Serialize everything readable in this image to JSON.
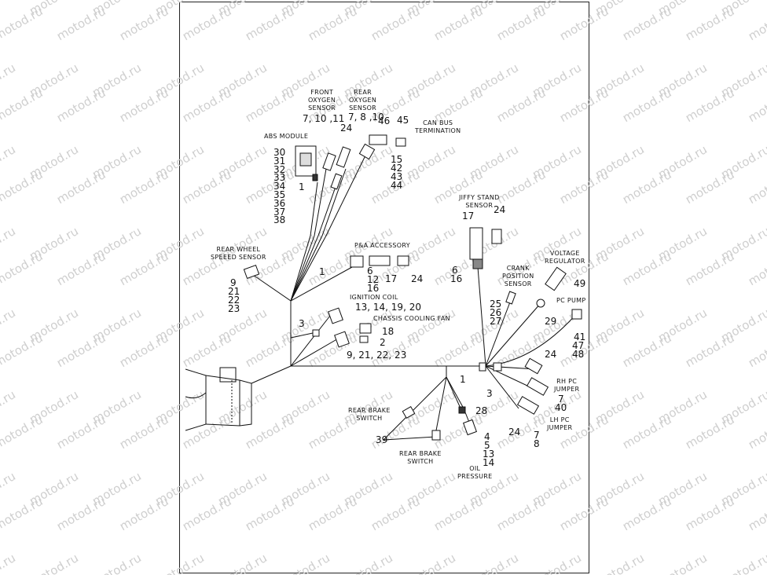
{
  "watermark": "motod.ru",
  "labels": {
    "abs_module": "ABS MODULE",
    "front_oxygen": [
      "FRONT",
      "OXYGEN",
      "SENSOR"
    ],
    "rear_oxygen": [
      "REAR",
      "OXYGEN",
      "SENSOR"
    ],
    "can_bus": [
      "CAN BUS",
      "TERMINATION"
    ],
    "jiffy_stand": [
      "JIFFY STAND",
      "SENSOR"
    ],
    "rear_wheel_speed": [
      "REAR WHEEL",
      "SPEEED SENSOR"
    ],
    "pa_accessory": "P&A ACCESSORY",
    "voltage_regulator": [
      "VOLTAGE",
      "REGULATOR"
    ],
    "crank_position": [
      "CRANK",
      "POSITION",
      "SENSOR"
    ],
    "ignition_coil": "IGNITION COIL",
    "pc_pump": "PC PUMP",
    "chassis_cooling_fan": "CHASSIS COOLING FAN",
    "rh_pc_jumper": [
      "RH PC",
      "JUMPER"
    ],
    "lh_pc_jumper": [
      "LH PC",
      "JUMPER"
    ],
    "rear_brake_switch_1": [
      "REAR BRAKE",
      "SWITCH"
    ],
    "rear_brake_switch_2": [
      "REAR BRAKE",
      "SWITCH"
    ],
    "oil_pressure": [
      "OIL",
      "PRESSURE"
    ]
  },
  "callouts": {
    "front_oxygen": "7, 10 ,11",
    "rear_oxygen": "7, 8 ,10",
    "abs_list": [
      "30",
      "31",
      "32",
      "33",
      "34",
      "35",
      "36",
      "37",
      "38"
    ],
    "abs_bracket": "1",
    "oxy_24": "24",
    "can_46": "46",
    "can_45": "45",
    "can_list": [
      "15",
      "42",
      "43",
      "44"
    ],
    "jiffy_17": "17",
    "jiffy_24": "24",
    "rear_wheel": [
      "9",
      "21",
      "22",
      "23"
    ],
    "harness_1_upper": "1",
    "pa_list": [
      "6",
      "12",
      "16"
    ],
    "pa_17": "17",
    "pa_24": "24",
    "jiffy_conn": [
      "6",
      "16"
    ],
    "voltage_49": "49",
    "crank": [
      "25",
      "26",
      "27"
    ],
    "ignition": "13, 14, 19, 20",
    "item_3_left": "3",
    "pcpump_29": "29",
    "pcpump_list": [
      "41",
      "47",
      "48"
    ],
    "fan_18": "18",
    "fan_2": "2",
    "fan_connector": "9, 21, 22, 23",
    "ground_24": "24",
    "harness_1_lower": "1",
    "item_3_right": "3",
    "rh_7": "7",
    "rh_40": "40",
    "item_28": "28",
    "lh_24": "24",
    "lh_7": "7",
    "lh_8": "8",
    "brake_39": "39",
    "oil": [
      "4",
      "5",
      "13",
      "14"
    ]
  }
}
